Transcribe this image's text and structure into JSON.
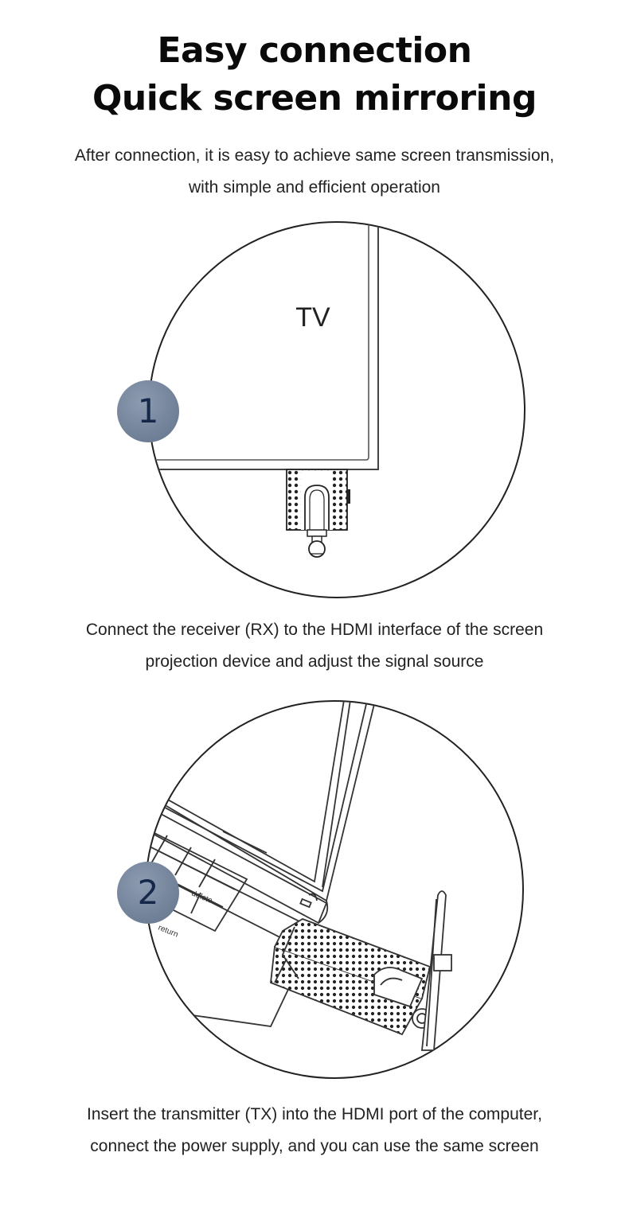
{
  "header": {
    "title_line1": "Easy connection",
    "title_line2": "Quick screen mirroring",
    "intro_line1": "After connection, it is easy to achieve same screen transmission,",
    "intro_line2": "with simple and efficient operation"
  },
  "step1": {
    "number": "1",
    "tv_label": "TV",
    "caption_line1": "Connect the receiver (RX) to the HDMI interface of the screen",
    "caption_line2": "projection device and adjust the signal source"
  },
  "step2": {
    "number": "2",
    "key_delete": "delete",
    "key_return": "return",
    "caption_line1": "Insert the transmitter (TX) into the HDMI port of the computer,",
    "caption_line2": "connect the power supply, and you can use the same screen"
  }
}
